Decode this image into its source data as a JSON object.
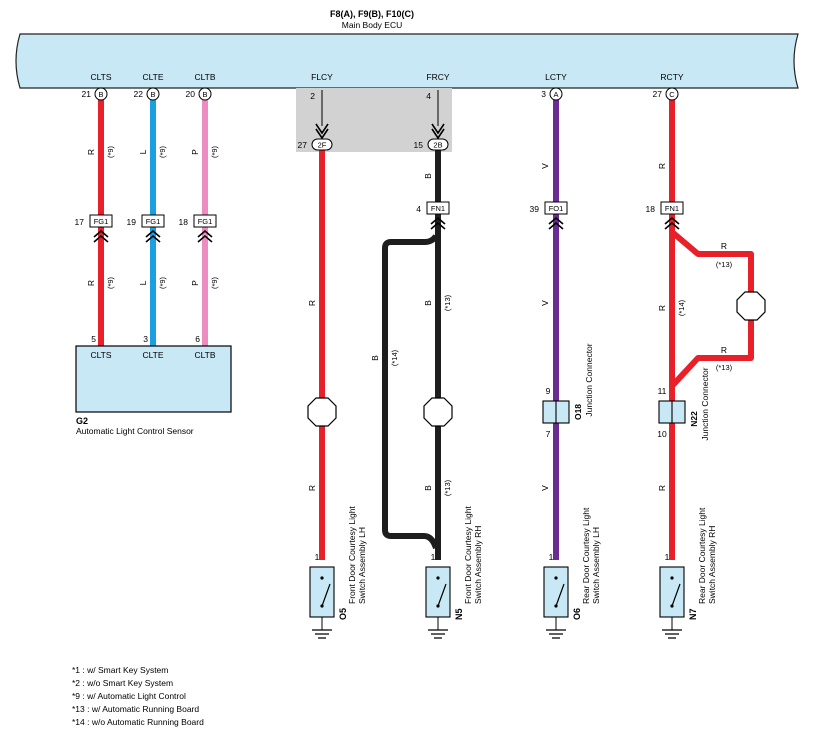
{
  "ecu": {
    "connectors": "F8(A), F9(B), F10(C)",
    "name": "Main Body ECU",
    "color": "#c8e8f5"
  },
  "signals": [
    {
      "name": "CLTS",
      "pin": "21",
      "conn": "B"
    },
    {
      "name": "CLTE",
      "pin": "22",
      "conn": "B"
    },
    {
      "name": "CLTB",
      "pin": "20",
      "conn": "B"
    },
    {
      "name": "FLCY",
      "pin": "2",
      "conn": ""
    },
    {
      "name": "FRCY",
      "pin": "4",
      "conn": ""
    },
    {
      "name": "LCTY",
      "pin": "3",
      "conn": "A"
    },
    {
      "name": "RCTY",
      "pin": "27",
      "conn": "C"
    }
  ],
  "wires": {
    "clts_upper": {
      "color": "R",
      "note": "(*9)"
    },
    "clte_upper": {
      "color": "L",
      "note": "(*9)"
    },
    "cltb_upper": {
      "color": "P",
      "note": "(*9)"
    },
    "clts_lower": {
      "color": "R",
      "note": "(*9)"
    },
    "clte_lower": {
      "color": "L",
      "note": "(*9)"
    },
    "cltb_lower": {
      "color": "P",
      "note": "(*9)"
    },
    "flcy": {
      "color": "R"
    },
    "flcy_lower": {
      "color": "R"
    },
    "frcy_upper": {
      "color": "B"
    },
    "frcy_mid": {
      "color": "B",
      "note": "(*13)"
    },
    "frcy_lower": {
      "color": "B",
      "note": "(*13)"
    },
    "frcy_bypass": {
      "color": "B",
      "note": "(*14)"
    },
    "lcty_upper": {
      "color": "V"
    },
    "lcty_mid": {
      "color": "V"
    },
    "lcty_lower": {
      "color": "V"
    },
    "rcty_upper": {
      "color": "R"
    },
    "rcty_mid": {
      "color": "R",
      "note": "(*14)"
    },
    "rcty_lower": {
      "color": "R"
    },
    "rcty_loop_top": {
      "color": "R",
      "note": "(*13)"
    },
    "rcty_loop_bottom": {
      "color": "R",
      "note": "(*13)"
    }
  },
  "wire_colors": {
    "red": "#e8202a",
    "blue": "#1aa0e0",
    "pink": "#ec8cc0",
    "black": "#1e1e1e",
    "violet": "#6a2c90"
  },
  "inline_connectors": [
    {
      "label": "FG1",
      "pin": "17"
    },
    {
      "label": "FG1",
      "pin": "19"
    },
    {
      "label": "FG1",
      "pin": "18"
    },
    {
      "label": "2F",
      "pin": "27"
    },
    {
      "label": "2B",
      "pin": "15"
    },
    {
      "label": "FN1",
      "pin": "4"
    },
    {
      "label": "FO1",
      "pin": "39"
    },
    {
      "label": "FN1",
      "pin": "18"
    }
  ],
  "sensor": {
    "id": "G2",
    "name": "Automatic Light Control Sensor",
    "pins": [
      {
        "pin": "5",
        "name": "CLTS"
      },
      {
        "pin": "3",
        "name": "CLTE"
      },
      {
        "pin": "6",
        "name": "CLTB"
      }
    ]
  },
  "junctions": [
    {
      "id": "O18",
      "name": "Junction Connector",
      "pin_in": "9",
      "pin_out": "7"
    },
    {
      "id": "N22",
      "name": "Junction Connector",
      "pin_in": "11",
      "pin_out": "10"
    }
  ],
  "switches": [
    {
      "id": "O5",
      "line1": "Front Door Courtesy Light",
      "line2": "Switch Assembly LH",
      "pin": "1"
    },
    {
      "id": "N5",
      "line1": "Front Door Courtesy Light",
      "line2": "Switch Assembly RH",
      "pin": "1"
    },
    {
      "id": "O6",
      "line1": "Rear Door Courtesy Light",
      "line2": "Switch Assembly LH",
      "pin": "1"
    },
    {
      "id": "N7",
      "line1": "Rear Door Courtesy Light",
      "line2": "Switch Assembly RH",
      "pin": "1"
    }
  ],
  "notes": [
    "*1 : w/ Smart Key System",
    "*2 : w/o Smart Key System",
    "*9 : w/ Automatic Light Control",
    "*13 : w/ Automatic Running Board",
    "*14 : w/o Automatic Running Board"
  ]
}
